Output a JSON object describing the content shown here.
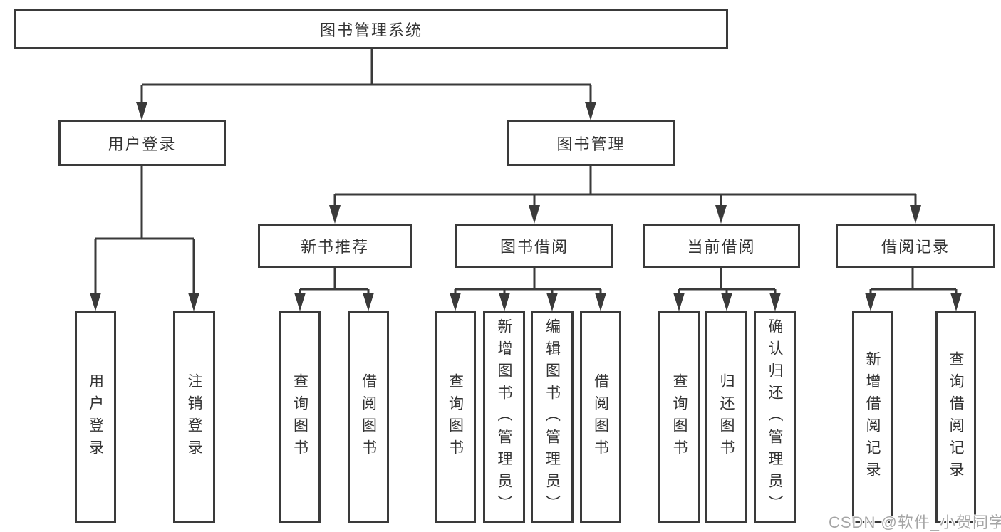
{
  "diagram": {
    "root": {
      "label": "图书管理系统"
    },
    "branches": [
      {
        "label": "用户登录",
        "children": [
          {
            "label": "用户登录"
          },
          {
            "label": "注销登录"
          }
        ]
      },
      {
        "label": "图书管理",
        "children": [
          {
            "label": "新书推荐",
            "children": [
              {
                "label": "查询图书"
              },
              {
                "label": "借阅图书"
              }
            ]
          },
          {
            "label": "图书借阅",
            "children": [
              {
                "label": "查询图书"
              },
              {
                "label": "新增图书（管理员）"
              },
              {
                "label": "编辑图书（管理员）"
              },
              {
                "label": "借阅图书"
              }
            ]
          },
          {
            "label": "当前借阅",
            "children": [
              {
                "label": "查询图书"
              },
              {
                "label": "归还图书"
              },
              {
                "label": "确认归还（管理员）"
              }
            ]
          },
          {
            "label": "借阅记录",
            "children": [
              {
                "label": "新增借阅记录"
              },
              {
                "label": "查询借阅记录"
              }
            ]
          }
        ]
      }
    ],
    "colors": {
      "line": "#3a3a3a",
      "text": "#333333",
      "background": "#ffffff",
      "watermark": "#a5a5a5"
    },
    "watermark": "CSDN @软件_小贺同学"
  }
}
